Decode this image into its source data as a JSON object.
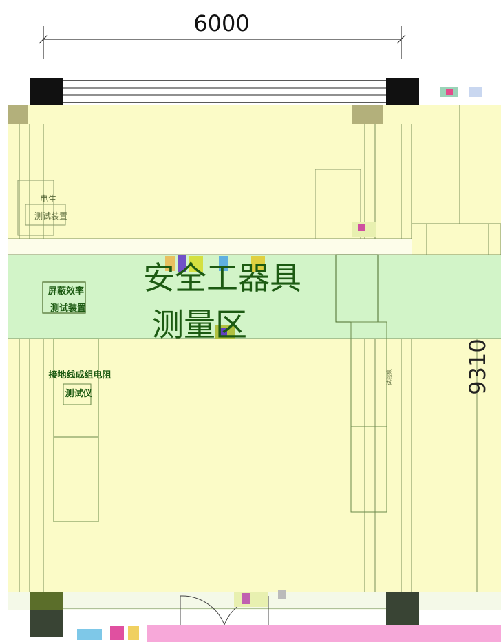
{
  "dimensions": {
    "width_label": "6000",
    "height_label": "9310"
  },
  "zone": {
    "title_line1": "安全工器具",
    "title_line2": "测量区"
  },
  "equipment": {
    "top_left_line1": "电生",
    "top_left_line2": "测试装置",
    "shield_line1": "屏蔽效率",
    "shield_line2": "测试装置",
    "ground_line1": "接地线成组电阻",
    "ground_line2": "测试仪",
    "bench_label": "试验桌"
  },
  "colors": {
    "room_fill": "#fbfbc7",
    "band_fill": "#d2f4c8",
    "wall_dark": "#111111",
    "column_dark": "#3c4b30",
    "door_strip": "#f7a8d9",
    "line": "#6a8a4a",
    "text_green": "#1c5a12"
  }
}
